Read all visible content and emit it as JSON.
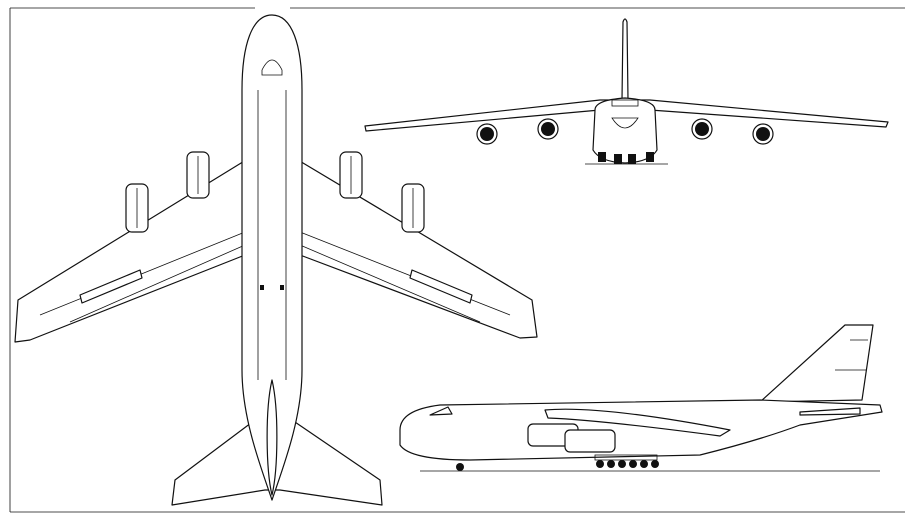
{
  "drawing": {
    "views": [
      "top",
      "front",
      "side"
    ],
    "colors": {
      "line": "#111111",
      "background": "#ffffff"
    }
  }
}
